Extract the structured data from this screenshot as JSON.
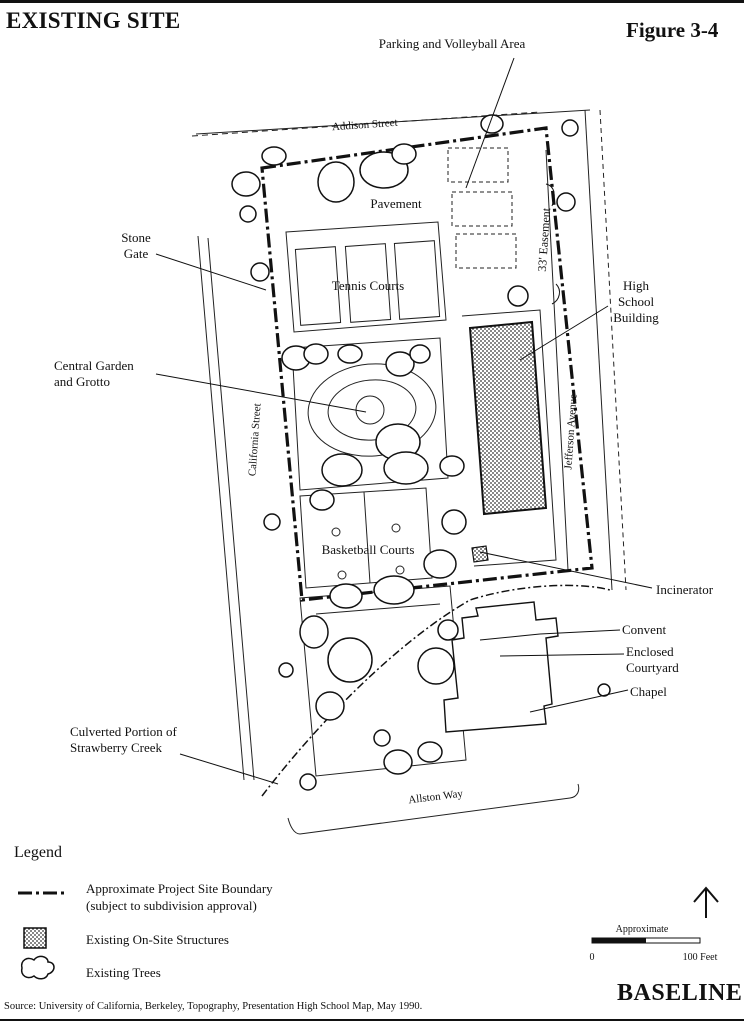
{
  "header": {
    "title": "EXISTING SITE",
    "figure": "Figure 3-4"
  },
  "map": {
    "streets": {
      "north": "Addison Street",
      "west": "California Street",
      "east": "Jefferson Avenue",
      "south": "Allston Way"
    },
    "labels": {
      "parking": "Parking and Volleyball Area",
      "stone_gate": [
        "Stone",
        "Gate"
      ],
      "pavement": "Pavement",
      "easement": "33' Easement",
      "tennis": "Tennis Courts",
      "high_school": [
        "High",
        "School",
        "Building"
      ],
      "garden": [
        "Central Garden",
        "and Grotto"
      ],
      "basketball": "Basketball Courts",
      "incinerator": "Incinerator",
      "convent": "Convent",
      "courtyard": [
        "Enclosed",
        "Courtyard"
      ],
      "chapel": "Chapel",
      "creek": [
        "Culverted Portion of",
        "Strawberry Creek"
      ]
    },
    "scale": {
      "label": "Approximate",
      "start": "0",
      "end": "100 Feet"
    }
  },
  "legend": {
    "title": "Legend",
    "boundary": [
      "Approximate Project Site Boundary",
      "(subject to subdivision approval)"
    ],
    "structures": "Existing On-Site Structures",
    "trees": "Existing Trees"
  },
  "footer": {
    "source": "Source: University of California, Berkeley, Topography, Presentation High School Map, May 1990.",
    "logo": "BASELINE"
  }
}
